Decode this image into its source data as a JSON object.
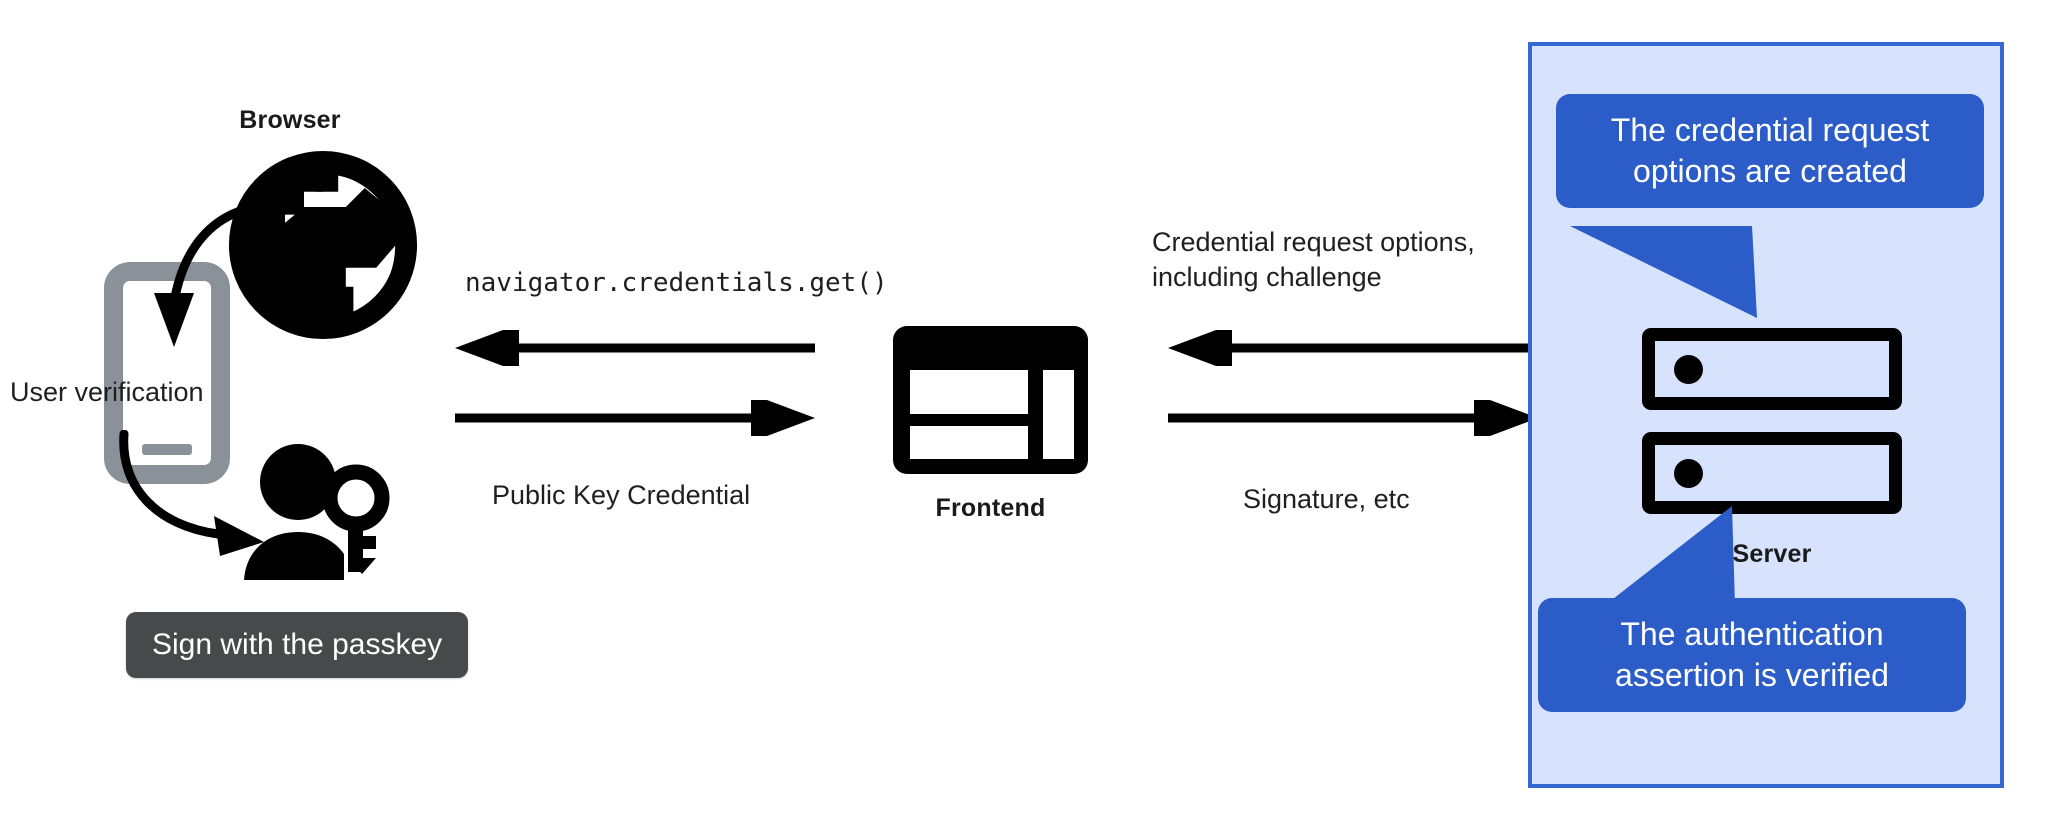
{
  "diagram": {
    "title": "WebAuthn passkey authentication flow",
    "colors": {
      "panel_background": "#d7e3fc",
      "panel_border": "#3668d4",
      "callout_blue": "#2b5cc8",
      "tooltip_dark": "#48494a",
      "icon_black": "#000000",
      "phone_gray": "#8b9199",
      "page_background": "#ffffff"
    }
  },
  "nodes": {
    "browser": {
      "label": "Browser",
      "icon": "globe-icon"
    },
    "phone": {
      "icon": "phone-icon",
      "annotation": "User verification"
    },
    "user": {
      "icon": "user-with-key-icon",
      "tooltip": "Sign with the passkey"
    },
    "frontend": {
      "label": "Frontend",
      "icon": "frontend-window-icon"
    },
    "server": {
      "label": "Server",
      "icon": "server-racks-icon"
    }
  },
  "edges": {
    "browser_to_phone": {
      "label": "User verification",
      "direction": "curved-down-left"
    },
    "phone_to_user": {
      "label": "",
      "direction": "curved-down-right"
    },
    "frontend_to_browser": {
      "label": "navigator.credentials.get()",
      "direction": "left",
      "style": "monospace"
    },
    "browser_to_frontend": {
      "label": "Public Key Credential",
      "direction": "right"
    },
    "server_to_frontend": {
      "label": "Credential request options,\ninclu"
    },
    "server_to_frontend_full": {
      "label": "Credential request options,\nincluding challenge",
      "direction": "left"
    },
    "frontend_to_server": {
      "label": "Signature, etc",
      "direction": "right"
    }
  },
  "callouts": {
    "top": {
      "text": "The credential request\noptions are created",
      "tail": "down-right"
    },
    "bottom": {
      "text": "The authentication\nassertion is verified",
      "tail": "up-right"
    }
  }
}
